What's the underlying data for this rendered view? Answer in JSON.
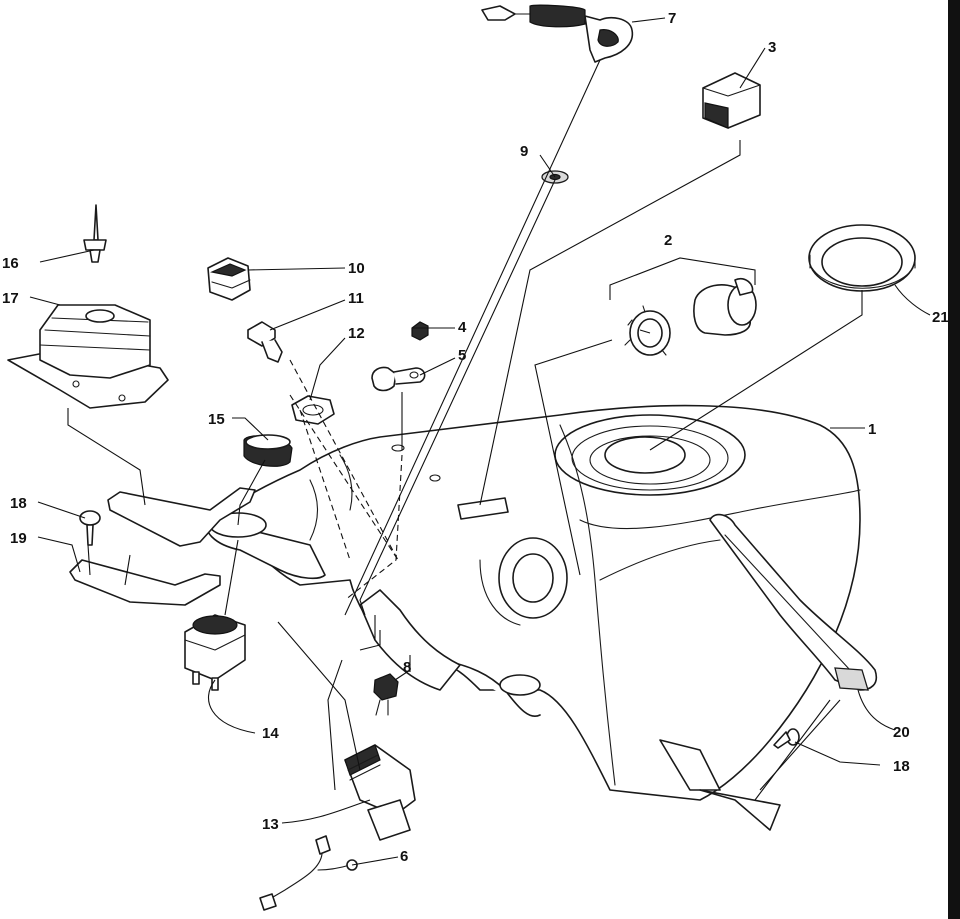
{
  "diagram": {
    "type": "exploded-parts-view",
    "callouts": {
      "c1": "1",
      "c2": "2",
      "c3": "3",
      "c4": "4",
      "c5": "5",
      "c6": "6",
      "c7": "7",
      "c8": "8",
      "c9": "9",
      "c10": "10",
      "c11": "11",
      "c12": "12",
      "c13": "13",
      "c14": "14",
      "c15": "15",
      "c16": "16",
      "c17": "17",
      "c18a": "18",
      "c18b": "18",
      "c19": "19",
      "c20": "20",
      "c21": "21"
    }
  }
}
